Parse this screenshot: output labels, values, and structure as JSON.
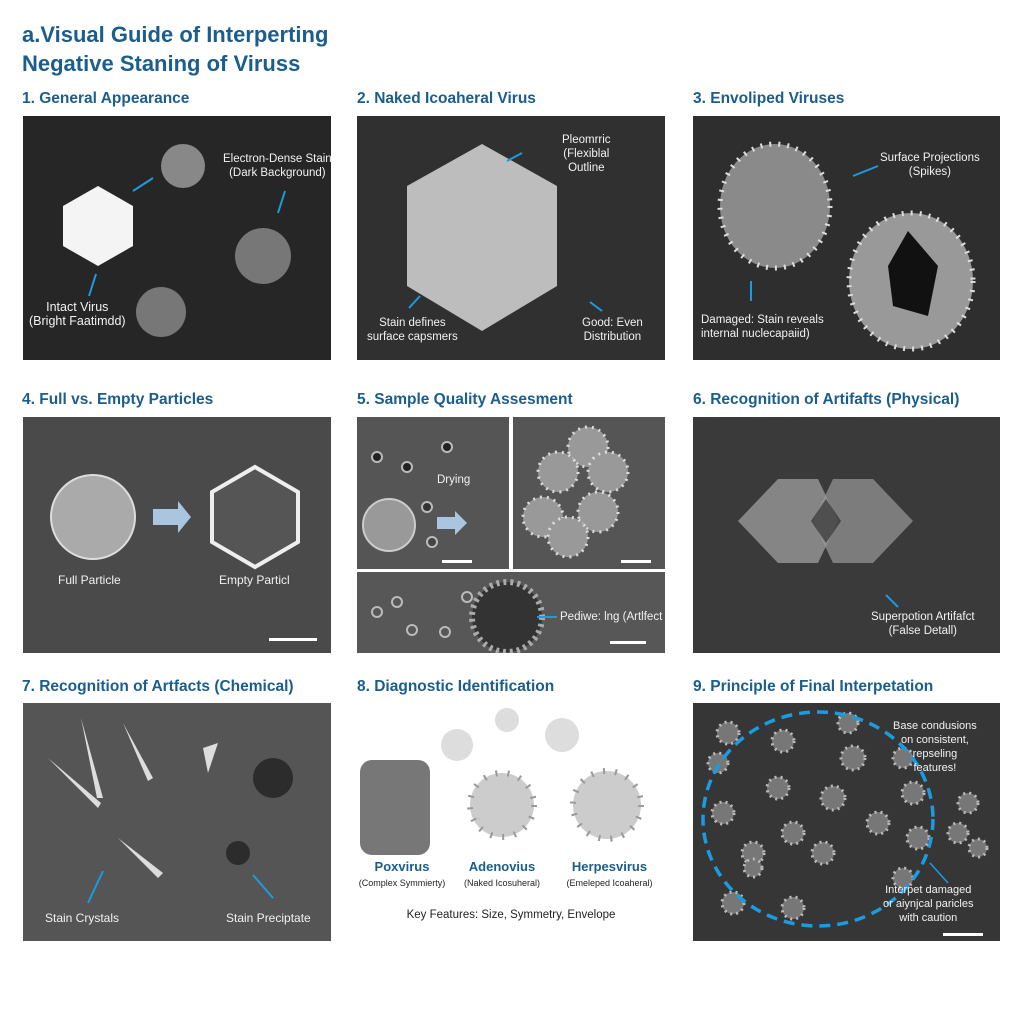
{
  "title": {
    "line1": "a.Visual Guide of Interperting",
    "line2": "Negative Staning of Viruss"
  },
  "accent_color": "#1b9be0",
  "title_color": "#1b5d8c",
  "panels": [
    {
      "title": "1. General Appearance",
      "labels": [
        "Electron-Dense Stain\n(Dark Background)",
        "Intact Virus\n(Bright Faatimdd)"
      ]
    },
    {
      "title": "2. Naked Icoaheral Virus",
      "labels": [
        "Pleomrric\n(Flexiblal\nOutline",
        "Stain defines\nsurface capsmers",
        "Good: Even\nDistribution"
      ]
    },
    {
      "title": "3. Envoliped Viruses",
      "labels": [
        "Surface Projections\n(Spikes)",
        "Damaged: Stain reveals\ninternal nuclecapaiid)"
      ]
    },
    {
      "title": "4. Full vs. Empty Particles",
      "labels": [
        "Full Particle",
        "Empty Particl"
      ]
    },
    {
      "title": "5. Sample Quality Assesment",
      "labels": [
        "Drying",
        "Pediwe: lng (Artlfect"
      ]
    },
    {
      "title": "6. Recognition of Artifafts (Physical)",
      "labels": [
        "Superpotion Artifafct\n(False Detall)"
      ]
    },
    {
      "title": "7. Recognition of Artfacts (Chemical)",
      "labels": [
        "Stain Crystals",
        "Stain Preciptate"
      ]
    },
    {
      "title": "8. Diagnostic Identification",
      "viruses": [
        {
          "name": "Poxvirus",
          "desc": "(Complex Symmierty)"
        },
        {
          "name": "Adenovius",
          "desc": "(Naked Icosuheral)"
        },
        {
          "name": "Herpesvirus",
          "desc": "(Emeleped Icoaheral)"
        }
      ],
      "footer": "Key Features: Size, Symmetry, Envelope"
    },
    {
      "title": "9. Principle of Final Interpetation",
      "labels": [
        "Base condusions\non consistent,\nrepseling\nfeatures!",
        "Interpet damaged\nor aiynjcal paricles\nwith caution"
      ]
    }
  ]
}
